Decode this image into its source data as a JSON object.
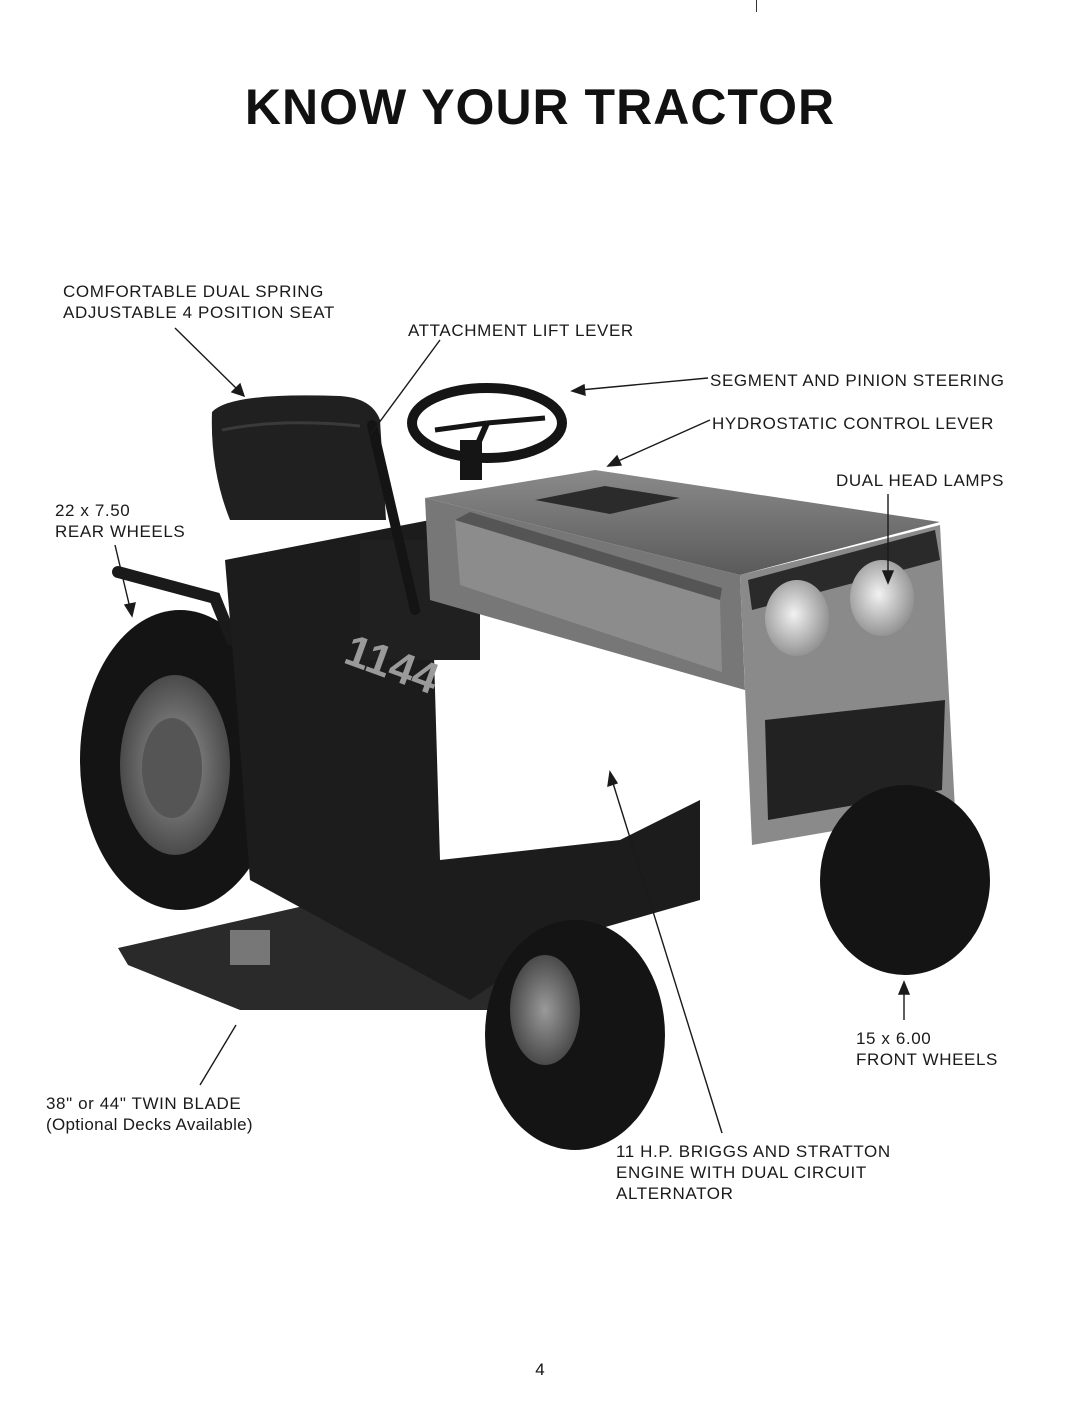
{
  "title": "KNOW YOUR TRACTOR",
  "labels": {
    "seat": [
      "COMFORTABLE DUAL SPRING",
      "ADJUSTABLE 4 POSITION SEAT"
    ],
    "lift_lever": "ATTACHMENT LIFT LEVER",
    "steering": "SEGMENT AND PINION STEERING",
    "hydrostatic": "HYDROSTATIC CONTROL LEVER",
    "head_lamps": "DUAL HEAD LAMPS",
    "rear_wheels": [
      "22 x 7.50",
      "REAR WHEELS"
    ],
    "front_wheels": [
      "15 x 6.00",
      "FRONT WHEELS"
    ],
    "blade": [
      "38\" or 44\" TWIN BLADE",
      "(Optional Decks Available)"
    ],
    "engine": [
      "11 H.P. BRIGGS AND STRATTON",
      "ENGINE WITH DUAL CIRCUIT",
      "ALTERNATOR"
    ]
  },
  "model_badge": "1144",
  "page_number": "4",
  "colors": {
    "ink": "#111111",
    "paper": "#ffffff",
    "body": "#1c1c1c",
    "hood": "#6e6e6e"
  }
}
